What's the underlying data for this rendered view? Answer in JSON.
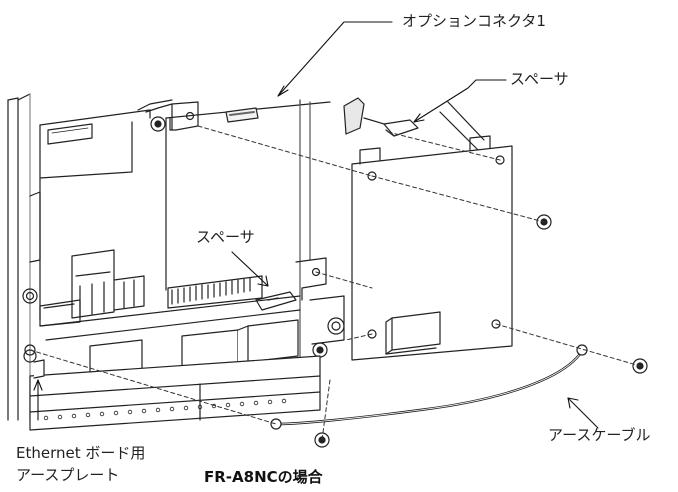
{
  "labels": {
    "option_connector": "オプションコネクタ1",
    "spacer_top": "スペーサ",
    "spacer_mid": "スペーサ",
    "earth_cable": "アースケーブル",
    "ethernet_line1": "Ethernet ボード用",
    "ethernet_line2": "アースプレート"
  },
  "caption": "FR-A8NCの場合"
}
